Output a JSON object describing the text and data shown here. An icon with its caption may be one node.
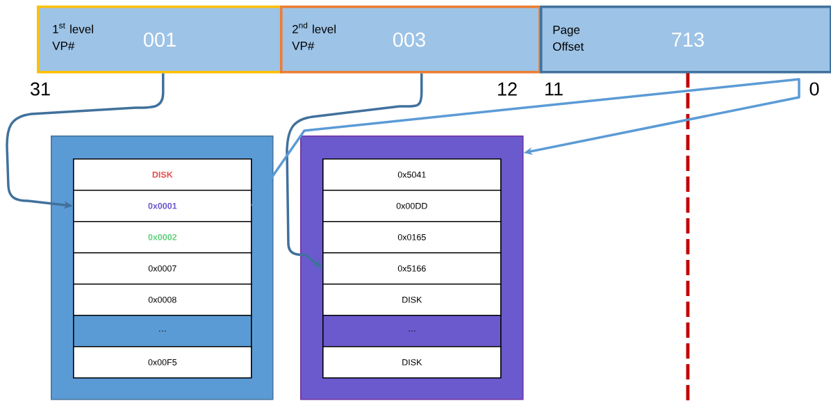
{
  "diagram": {
    "nodes": [
      {
        "text": [
          "\\begin{array}{@{}l@{}}\\text{1}^{\\text{st}}\\text{ level}\\\\\\text{VP\\#}\\end{array}",
          "001"
        ]
      },
      {
        "text": [
          "\\begin{array}{@{}l@{}}\\text{2}^{\\text{nd}}\\text{ level}\\\\\\text{VP\\#}\\end{array}",
          "003"
        ]
      },
      {
        "text": [
          "Page Offset",
          "713"
        ]
      },
      {
        "text": [],
        "shape": "box"
      },
      {
        "text": [
          "DISK"
        ],
        "in": 3
      },
      {
        "text": [
          "0x0001"
        ],
        "in": 3
      },
      {
        "text": [
          "0x0002"
        ],
        "in": 3
      },
      {
        "text": [
          "0x0007"
        ],
        "in": 3
      },
      {
        "text": [
          "0x0008"
        ],
        "in": 3
      },
      {
        "text": [
          "…"
        ],
        "in": 3
      },
      {
        "text": [
          "0x00F5"
        ],
        "in": 3
      },
      {
        "text": [],
        "shape": "box"
      },
      {
        "text": [
          "0x5041"
        ],
        "in": 11
      },
      {
        "text": [
          "0x00DD"
        ],
        "in": 11
      },
      {
        "text": [
          "0x0165"
        ],
        "in": 11
      },
      {
        "text": [
          "0x5166"
        ],
        "in": 11
      },
      {
        "text": [
          "DISK"
        ],
        "in": 11
      },
      {
        "text": [
          "…"
        ],
        "in": 11
      },
      {
        "text": [
          "DISK"
        ],
        "in": 11
      }
    ],
    "edges": [
      {
        "from": 0,
        "to": 5,
        "arrow": "to"
      },
      {
        "from": 1,
        "to": 15,
        "arrow": "to"
      },
      {
        "from": 5,
        "to": 11,
        "arrow": "to",
        "color": "#5b9bd5"
      }
    ],
    "labels": [
      "31",
      "12",
      "11",
      "0"
    ]
  }
}
